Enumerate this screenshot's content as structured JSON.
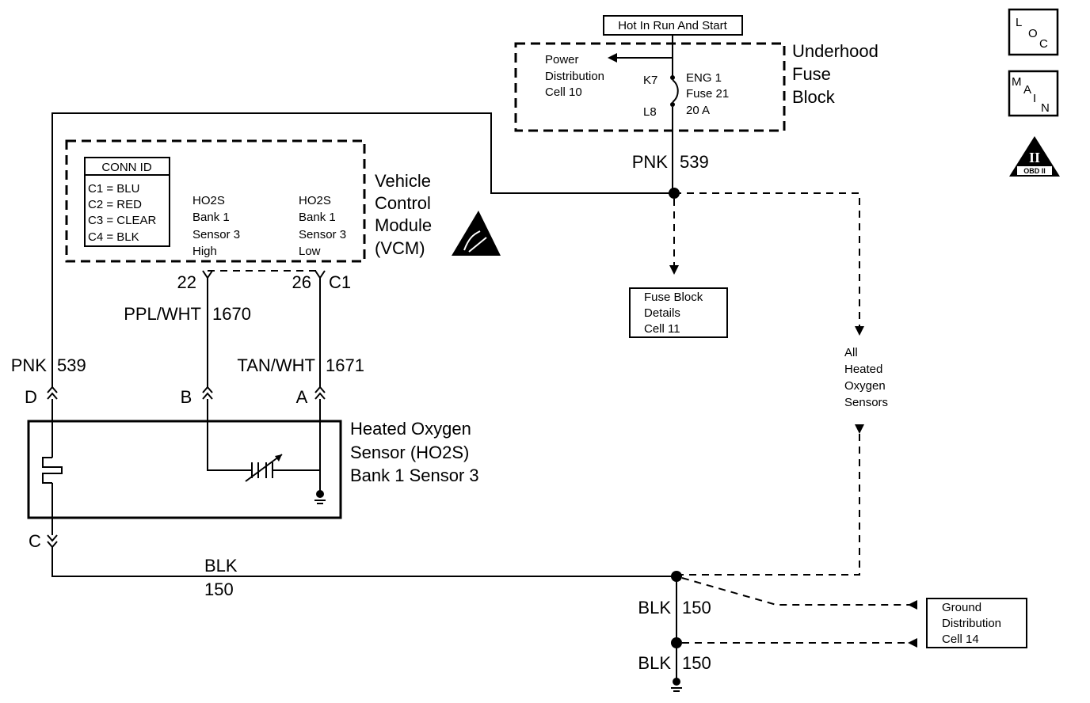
{
  "power": {
    "hot_label": "Hot In Run And Start",
    "fuse_block_name": [
      "Underhood",
      "Fuse",
      "Block"
    ],
    "power_dist": [
      "Power",
      "Distribution",
      "Cell 10"
    ],
    "fuse_info": [
      "ENG 1",
      "Fuse 21",
      "20 A"
    ],
    "term_top": "K7",
    "term_bottom": "L8",
    "wire_color": "PNK",
    "wire_circuit": "539"
  },
  "vcm": {
    "name": [
      "Vehicle",
      "Control",
      "Module",
      "(VCM)"
    ],
    "conn_title": "CONN ID",
    "conn_lines": [
      "C1 = BLU",
      "C2 = RED",
      "C3 = CLEAR",
      "C4 = BLK"
    ],
    "pin_high": [
      "HO2S",
      "Bank 1",
      "Sensor 3",
      "High"
    ],
    "pin_low": [
      "HO2S",
      "Bank 1",
      "Sensor 3",
      "Low"
    ],
    "pin_22": "22",
    "pin_26": "26",
    "connector": "C1"
  },
  "wires": {
    "ppl_color": "PPL/WHT",
    "ppl_circuit": "1670",
    "tan_color": "TAN/WHT",
    "tan_circuit": "1671",
    "pnk_color": "PNK",
    "pnk_circuit": "539",
    "blk_color": "BLK",
    "blk_circuit": "150"
  },
  "sensor": {
    "name": [
      "Heated Oxygen",
      "Sensor (HO2S)",
      "Bank 1 Sensor 3"
    ],
    "pin_d": "D",
    "pin_b": "B",
    "pin_a": "A",
    "pin_c": "C"
  },
  "refs": {
    "fuse_details": [
      "Fuse Block",
      "Details",
      "Cell 11"
    ],
    "all_sensors": [
      "All",
      "Heated",
      "Oxygen",
      "Sensors"
    ],
    "ground_dist": [
      "Ground",
      "Distribution",
      "Cell 14"
    ]
  },
  "icons": {
    "loc": [
      "L",
      "O",
      "C"
    ],
    "main": [
      "M",
      "A",
      "I",
      "N"
    ],
    "obd": [
      "II",
      "OBD II"
    ]
  }
}
